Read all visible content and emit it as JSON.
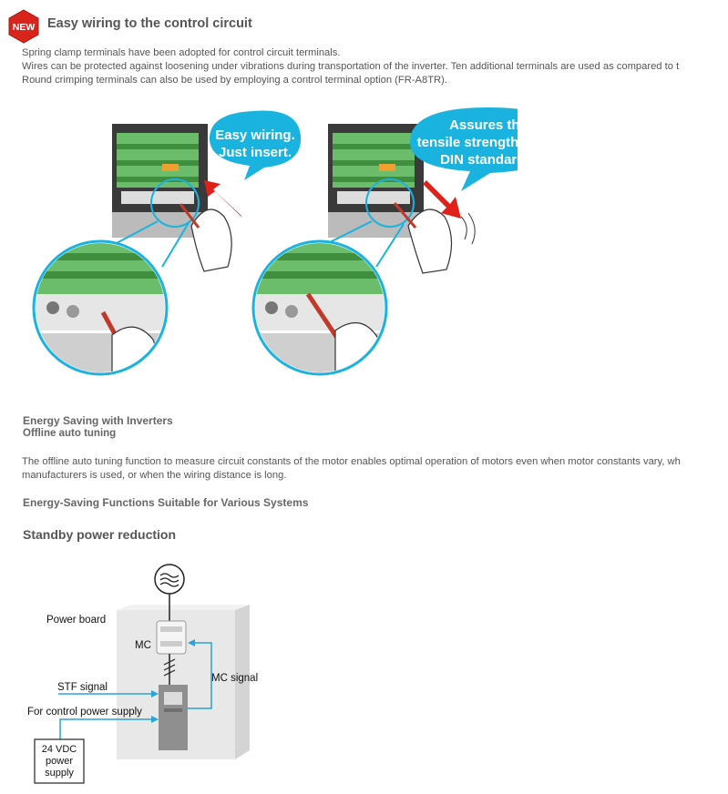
{
  "badge": {
    "label": "NEW"
  },
  "section1": {
    "title": "Easy wiring to the control circuit",
    "lines": [
      "Spring clamp terminals have been adopted for control circuit terminals.",
      "Wires can be protected against loosening under vibrations during transportation of the inverter. Ten additional terminals are used as compared to t",
      "Round crimping terminals can also be used by employing a control terminal option (FR-A8TR)."
    ],
    "bubble_left": [
      "Easy wiring.",
      "Just insert."
    ],
    "bubble_right": [
      "Assures the",
      "tensile strength of the",
      "DIN standards."
    ]
  },
  "section2": {
    "heading": "Energy Saving with Inverters",
    "subheading": "Offline auto tuning",
    "lines": [
      "The offline auto tuning function to measure circuit constants of the motor enables optimal operation of motors even when motor constants vary, wh",
      "manufacturers is used, or when the wiring distance is long."
    ],
    "heading2": "Energy-Saving Functions Suitable for Various Systems"
  },
  "section3": {
    "title": "Standby power reduction",
    "diagram": {
      "power_board": "Power board",
      "mc": "MC",
      "mc_signal": "MC signal",
      "stf_signal": "STF signal",
      "control_supply": "For control power supply",
      "dc_supply": [
        "24 VDC",
        "power",
        "supply"
      ]
    }
  },
  "colors": {
    "accent_red": "#d9241c",
    "bubble_blue": "#1ab3e0",
    "arrow_red": "#e0201b",
    "green_terminal": "#5cb85c",
    "signal_blue": "#29a3dc"
  }
}
